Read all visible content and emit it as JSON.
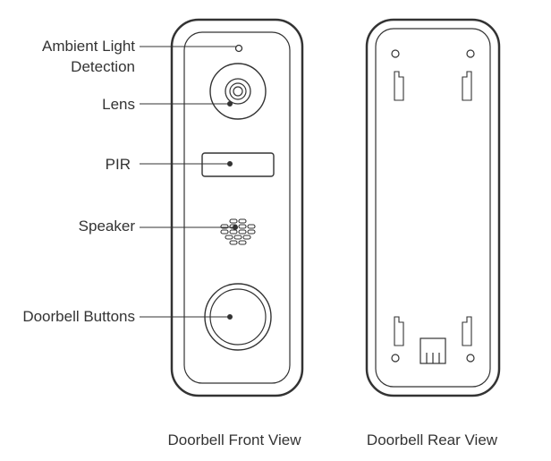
{
  "front_view": {
    "caption": "Doorbell Front View",
    "callouts": {
      "ambient_light_line1": "Ambient Light",
      "ambient_light_line2": "Detection",
      "lens": "Lens",
      "pir": "PIR",
      "speaker": "Speaker",
      "doorbell_buttons": "Doorbell Buttons"
    }
  },
  "rear_view": {
    "caption": "Doorbell Rear View"
  },
  "colors": {
    "line": "#333333",
    "background": "#ffffff"
  }
}
